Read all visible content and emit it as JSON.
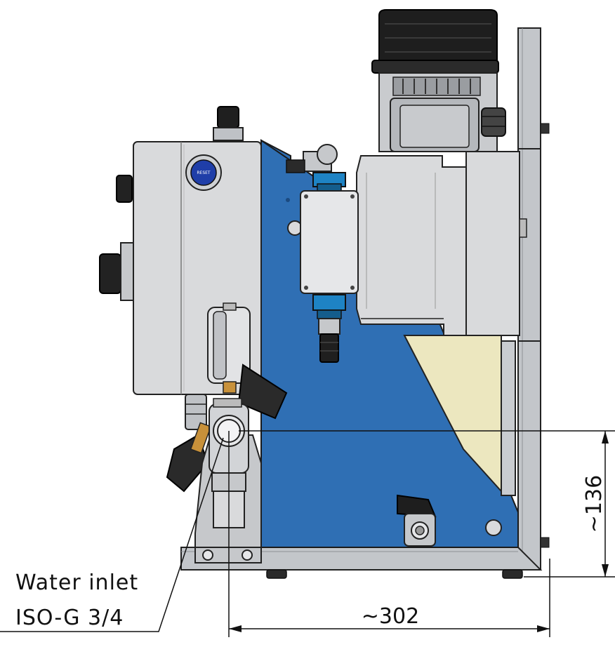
{
  "callout": {
    "line1": "Water inlet",
    "line2": "ISO-G 3/4"
  },
  "dimensions": {
    "width_label": "~302",
    "height_label": "~136"
  },
  "panel": {
    "button_label": "RESET"
  },
  "colors": {
    "blue_panel": "#2f6fb4",
    "steel_frame": "#bfc2c6",
    "housing_grey": "#d9dadc",
    "membrane_cream": "#ece7bf",
    "motor_black": "#1e1e1e",
    "fitting_blue": "#1e83c4"
  }
}
